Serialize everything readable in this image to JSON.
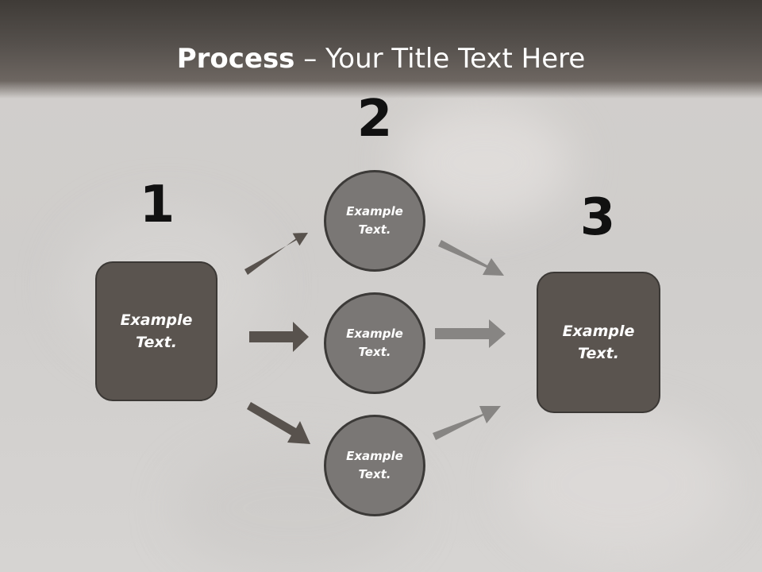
{
  "title": {
    "bold": "Process",
    "rest": " – Your Title Text Here"
  },
  "steps": [
    {
      "number": "1",
      "text": "Example Text."
    },
    {
      "number": "2",
      "text": "Example Text."
    },
    {
      "number": "3",
      "text": "Example Text."
    }
  ],
  "middle": [
    {
      "text": "Example Text."
    },
    {
      "text": "Example Text."
    },
    {
      "text": "Example Text."
    }
  ],
  "colors": {
    "box_fill": "#5a544f",
    "circle_fill": "#7a7775",
    "arrow_dark": "#58524d",
    "arrow_light": "#878583",
    "header": "#55504c"
  }
}
